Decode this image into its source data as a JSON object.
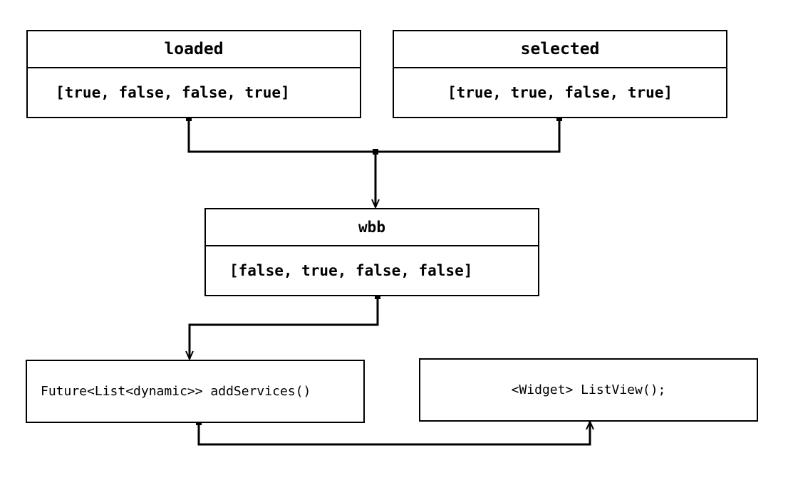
{
  "boxes": {
    "loaded": {
      "title": "loaded",
      "value": "[true, false, false, true]"
    },
    "selected": {
      "title": "selected",
      "value": "[true, true, false, true]"
    },
    "wbb": {
      "title": "wbb",
      "value": "[false, true, false, false]"
    },
    "add_services": {
      "label": "Future<List<dynamic>> addServices()"
    },
    "list_view": {
      "label": "<Widget> ListView();"
    }
  },
  "colors": {
    "stroke": "#000000",
    "background": "#ffffff"
  }
}
